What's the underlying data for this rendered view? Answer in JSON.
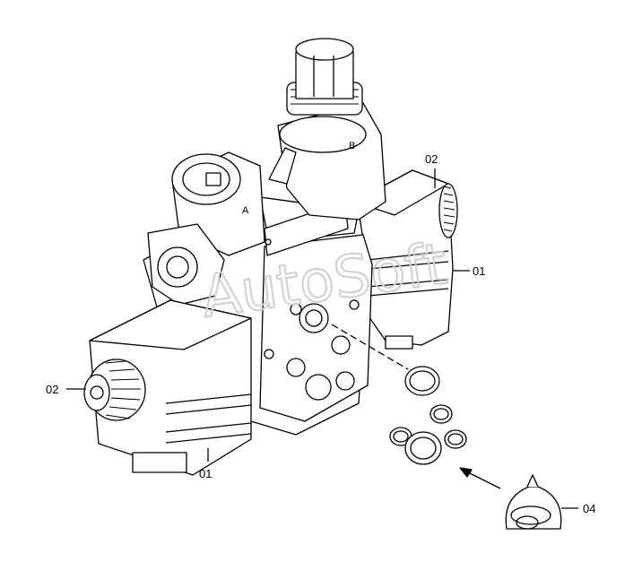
{
  "watermark": "AutoSoft",
  "ports": {
    "a": "A",
    "b": "B"
  },
  "callouts": [
    {
      "id": "01",
      "label": "01"
    },
    {
      "id": "01",
      "label": "01"
    },
    {
      "id": "02",
      "label": "02"
    },
    {
      "id": "02",
      "label": "02"
    },
    {
      "id": "04",
      "label": "04"
    }
  ]
}
